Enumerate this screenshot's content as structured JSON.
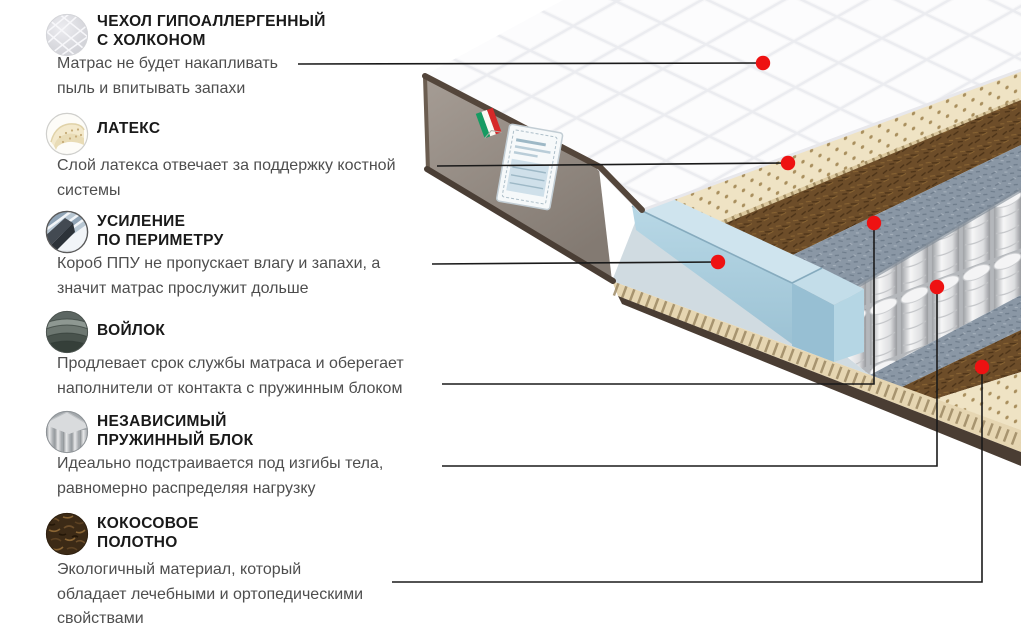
{
  "page": {
    "background": "#ffffff",
    "language": "ru",
    "subject": "mattress layers infographic"
  },
  "accent": {
    "marker_dot_color": "#ee1212",
    "pointer_line_color": "#1a1a1a",
    "heading_color": "#191919",
    "body_text_color": "#4e4e4e"
  },
  "sections": [
    {
      "icon": "quilted-cover-icon",
      "title_line1": "ЧЕХОЛ ГИПОАЛЛЕРГЕННЫЙ",
      "title_line2": "С ХОЛКОНОМ",
      "description": "Матрас не будет накапливать пыль и впитывать запахи"
    },
    {
      "icon": "latex-icon",
      "title_line1": "ЛАТЕКС",
      "title_line2": "",
      "description": "Слой латекса отвечает за поддержку костной системы"
    },
    {
      "icon": "perimeter-reinforcement-icon",
      "title_line1": "УСИЛЕНИЕ",
      "title_line2": "ПО ПЕРИМЕТРУ",
      "description": "Короб ППУ не пропускает влагу и запахи, а значит матрас прослужит дольше"
    },
    {
      "icon": "felt-icon",
      "title_line1": "ВОЙЛОК",
      "title_line2": "",
      "description": "Продлевает срок службы матраса  и оберегает наполнители от контакта с пружинным блоком"
    },
    {
      "icon": "spring-block-icon",
      "title_line1": "НЕЗАВИСИМЫЙ",
      "title_line2": "ПРУЖИННЫЙ БЛОК",
      "description": "Идеально подстраивается под изгибы тела, равномерно распределяя нагрузку"
    },
    {
      "icon": "coconut-coir-icon",
      "title_line1": "КОКОСОВОЕ",
      "title_line2": "ПОЛОТНО",
      "description": "Экологичный материал, который обладает лечебными и ортопедическими свойствами"
    }
  ],
  "illustration": {
    "description": "3D cutaway of mattress showing layered construction with red marker dots",
    "layer_colors": {
      "quilted_cover": "#fcfcfd",
      "side_panel": "#9a9189",
      "piping": "#54463b",
      "latex": "#efe3c4",
      "coconut_coir": "#6d4d29",
      "felt": "#8a97a5",
      "foam_box": "#aed3e2",
      "springs": "#e8e8ea",
      "base_edge": "#4a3d33",
      "label_tag": "#f6f9fa",
      "flag_green": "#169b62",
      "flag_white": "#f9f9f3",
      "flag_red": "#d62828"
    }
  }
}
